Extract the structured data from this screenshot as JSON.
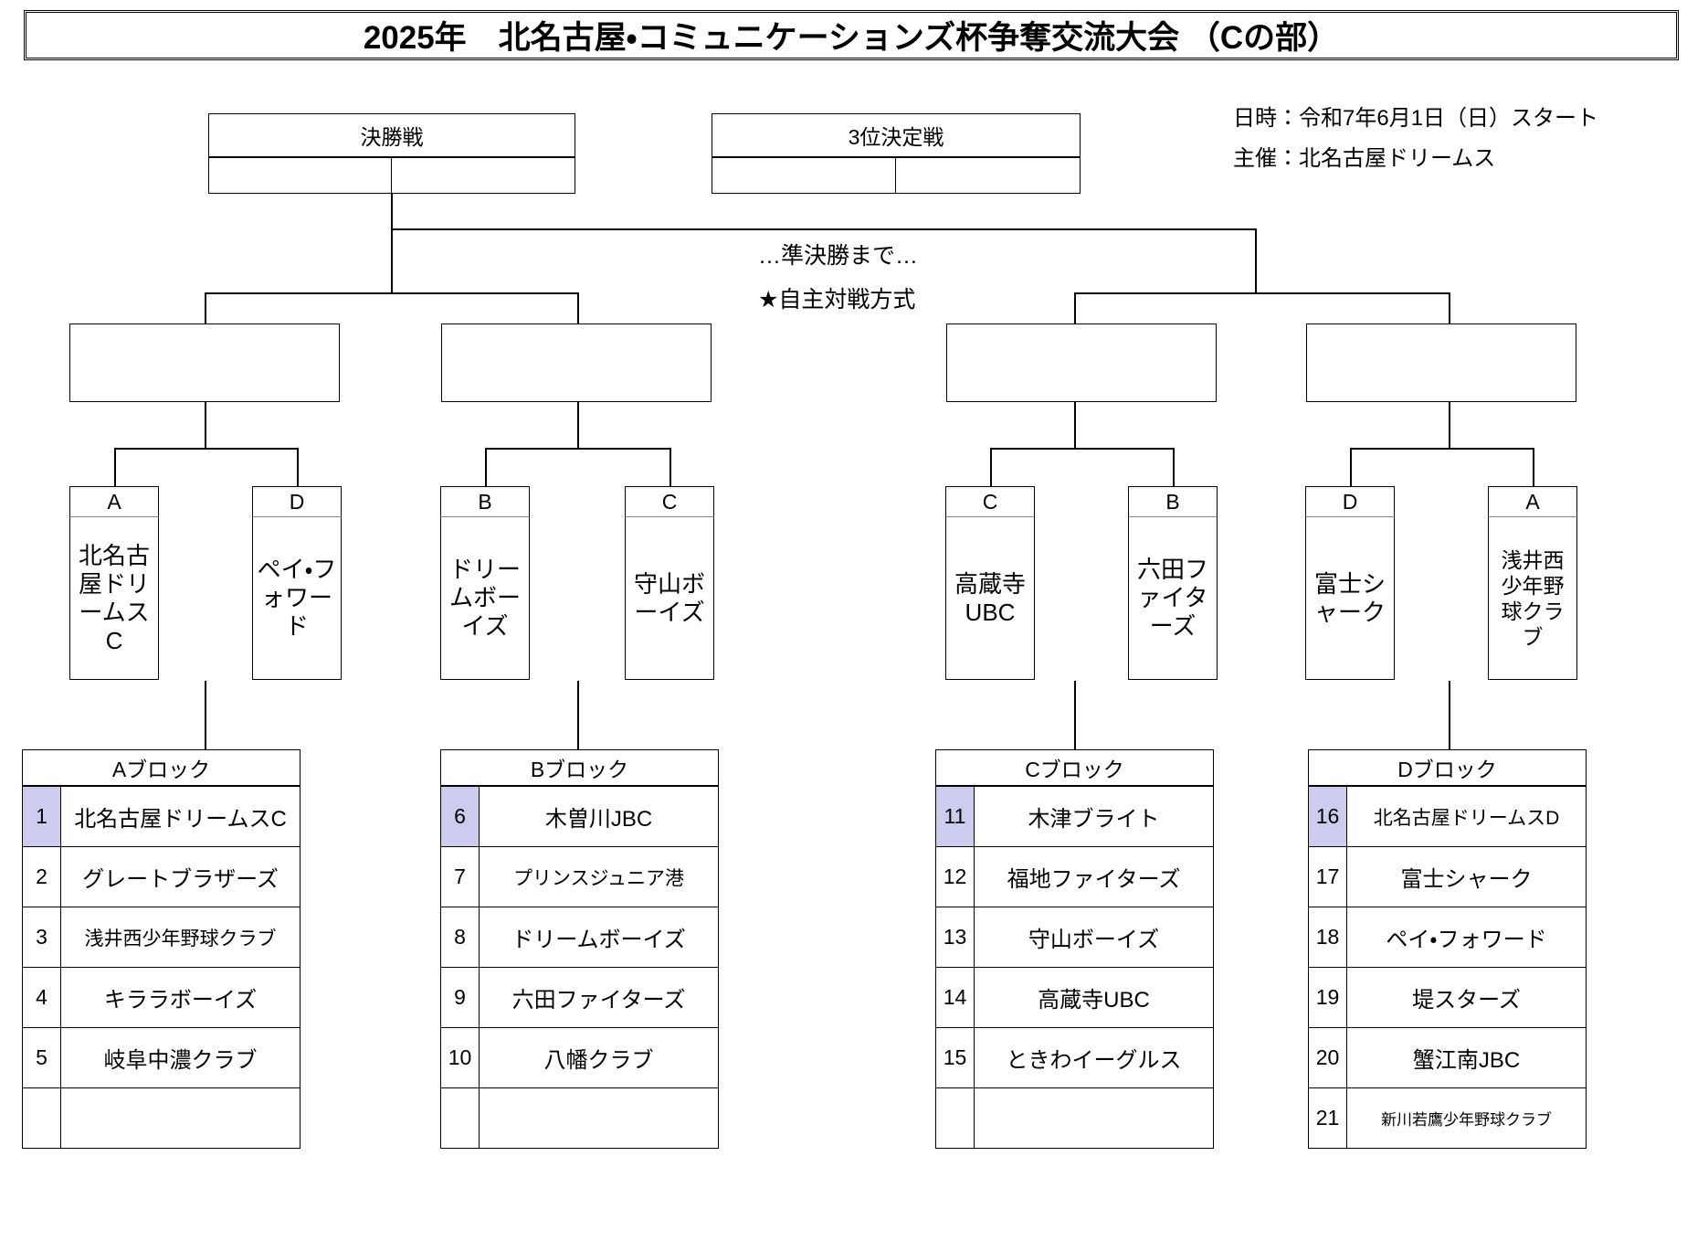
{
  "title": "2025年　北名古屋・コミュニケーションズ杯争奪交流大会 （Cの部）",
  "meta": {
    "date_line": "日時：令和7年6月1日（日）スタート",
    "host_line": "主催：北名古屋ドリームス"
  },
  "matches": {
    "final_label": "決勝戦",
    "third_place_label": "3位決定戦"
  },
  "annotation": {
    "line1": "…準決勝まで…",
    "line2": "★自主対戦方式"
  },
  "colors": {
    "highlight": "#ccccee",
    "line": "#000000",
    "border": "#000000"
  },
  "quarterfinals": [
    {
      "seed": "A",
      "team": "北名古屋ドリームスC"
    },
    {
      "seed": "D",
      "team": "ペイ・フォワード"
    },
    {
      "seed": "B",
      "team": "ドリームボーイズ"
    },
    {
      "seed": "C",
      "team": "守山ボーイズ"
    },
    {
      "seed": "C",
      "team": "高蔵寺UBC"
    },
    {
      "seed": "B",
      "team": "六田ファイターズ"
    },
    {
      "seed": "D",
      "team": "富士シャーク"
    },
    {
      "seed": "A",
      "team": "浅井西少年野球クラブ"
    }
  ],
  "blocks": [
    {
      "header": "Aブロック",
      "rows": [
        {
          "num": "1",
          "team": "北名古屋ドリームスC",
          "highlight": true
        },
        {
          "num": "2",
          "team": "グレートブラザーズ",
          "highlight": false
        },
        {
          "num": "3",
          "team": "浅井西少年野球クラブ",
          "highlight": false
        },
        {
          "num": "4",
          "team": "キララボーイズ",
          "highlight": false
        },
        {
          "num": "5",
          "team": "岐阜中濃クラブ",
          "highlight": false
        },
        {
          "num": "",
          "team": "",
          "highlight": false
        }
      ]
    },
    {
      "header": "Bブロック",
      "rows": [
        {
          "num": "6",
          "team": "木曽川JBC",
          "highlight": true
        },
        {
          "num": "7",
          "team": "プリンスジュニア港",
          "highlight": false
        },
        {
          "num": "8",
          "team": "ドリームボーイズ",
          "highlight": false
        },
        {
          "num": "9",
          "team": "六田ファイターズ",
          "highlight": false
        },
        {
          "num": "10",
          "team": "八幡クラブ",
          "highlight": false
        },
        {
          "num": "",
          "team": "",
          "highlight": false
        }
      ]
    },
    {
      "header": "Cブロック",
      "rows": [
        {
          "num": "11",
          "team": "木津ブライト",
          "highlight": true
        },
        {
          "num": "12",
          "team": "福地ファイターズ",
          "highlight": false
        },
        {
          "num": "13",
          "team": "守山ボーイズ",
          "highlight": false
        },
        {
          "num": "14",
          "team": "高蔵寺UBC",
          "highlight": false
        },
        {
          "num": "15",
          "team": "ときわイーグルス",
          "highlight": false
        },
        {
          "num": "",
          "team": "",
          "highlight": false
        }
      ]
    },
    {
      "header": "Dブロック",
      "rows": [
        {
          "num": "16",
          "team": "北名古屋ドリームスD",
          "highlight": true
        },
        {
          "num": "17",
          "team": "富士シャーク",
          "highlight": false
        },
        {
          "num": "18",
          "team": "ペイ・フォワード",
          "highlight": false
        },
        {
          "num": "19",
          "team": "堤スターズ",
          "highlight": false
        },
        {
          "num": "20",
          "team": "蟹江南JBC",
          "highlight": false
        },
        {
          "num": "21",
          "team": "新川若鷹少年野球クラブ",
          "highlight": false
        }
      ]
    }
  ]
}
